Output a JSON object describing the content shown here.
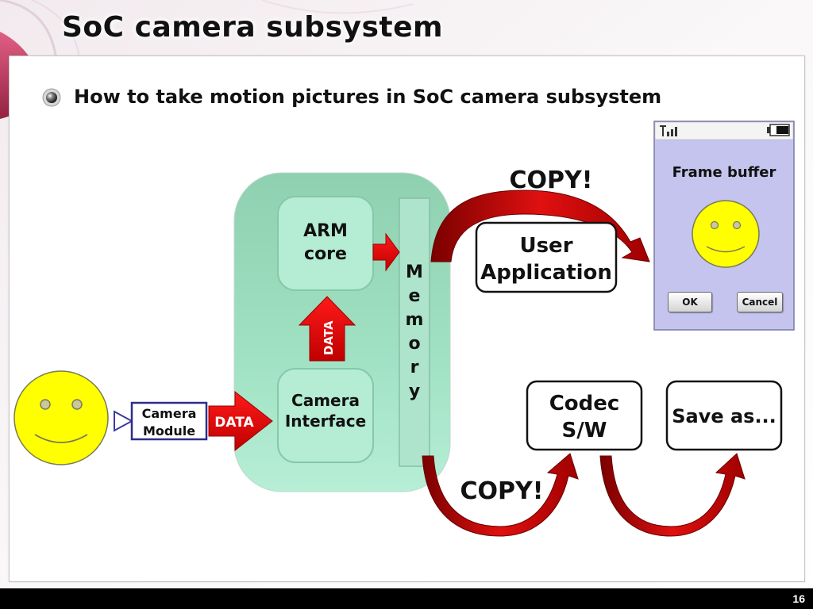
{
  "slide": {
    "title": "SoC camera subsystem",
    "bullet": "How to take motion pictures in SoC camera subsystem",
    "page_number": "16"
  },
  "diagram": {
    "arm_core_line1": "ARM",
    "arm_core_line2": "core",
    "camera_interface_line1": "Camera",
    "camera_interface_line2": "Interface",
    "memory_letters": [
      "M",
      "e",
      "m",
      "o",
      "r",
      "y"
    ],
    "data_vertical": "DATA",
    "data_horizontal": "DATA",
    "camera_module_line1": "Camera",
    "camera_module_line2": "Module",
    "user_app_line1": "User",
    "user_app_line2": "Application",
    "codec_line1": "Codec",
    "codec_line2": "S/W",
    "save_as": "Save as...",
    "copy_top": "COPY!",
    "copy_bottom": "COPY!"
  },
  "phone": {
    "frame_buffer": "Frame buffer",
    "ok_label": "OK",
    "cancel_label": "Cancel"
  },
  "colors": {
    "soc_green": "#a4e6c8",
    "arrow_red": "#e81010",
    "smiley_yellow": "#ffff00",
    "camera_module_border": "#2e2e88",
    "phone_screen": "#c4c4ee"
  },
  "icons": [
    "signal-icon",
    "battery-icon",
    "bullet-dot-icon",
    "triangle-lens-icon"
  ]
}
